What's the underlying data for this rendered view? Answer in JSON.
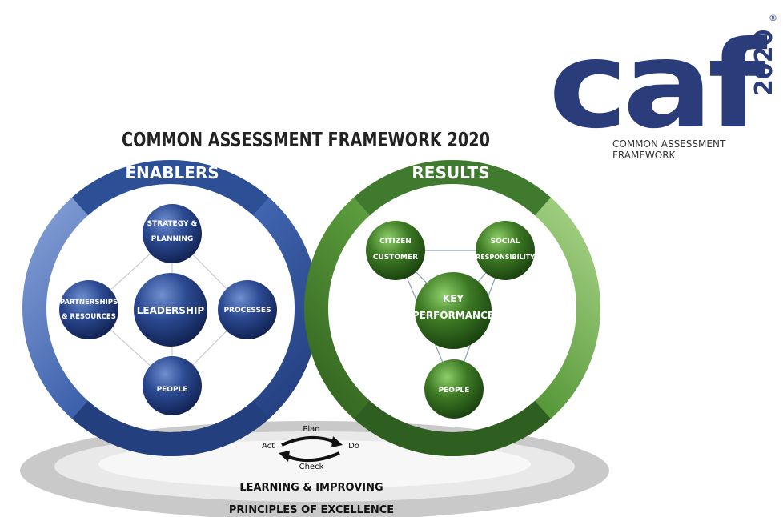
{
  "logo": {
    "wordmark": "caf",
    "year": "2020",
    "registered": "®",
    "line1": "COMMON ASSESSMENT",
    "line2": "FRAMEWORK",
    "color": "#2a3d7a"
  },
  "title": "COMMON ASSESSMENT FRAMEWORK 2020",
  "enablers": {
    "heading": "ENABLERS",
    "color": "#2c4f96",
    "criteria": {
      "strategy_line1": "STRATEGY &",
      "strategy_line2": "PLANNING",
      "leadership": "LEADERSHIP",
      "partnerships_line1": "PARTNERSHIPS",
      "partnerships_line2": "& RESOURCES",
      "processes": "PROCESSES",
      "people": "PEOPLE"
    }
  },
  "results": {
    "heading": "RESULTS",
    "color": "#3f7a2e",
    "criteria": {
      "citizen_line1": "CITIZEN",
      "citizen_line2": "CUSTOMER",
      "social_line1": "SOCIAL",
      "social_line2": "RESPONSIBILITY",
      "key_line1": "KEY",
      "key_line2": "PERFORMANCE",
      "people": "PEOPLE"
    }
  },
  "pdca": {
    "plan": "Plan",
    "do": "Do",
    "check": "Check",
    "act": "Act"
  },
  "learning": "LEARNING & IMPROVING",
  "principles": "PRINCIPLES OF EXCELLENCE"
}
